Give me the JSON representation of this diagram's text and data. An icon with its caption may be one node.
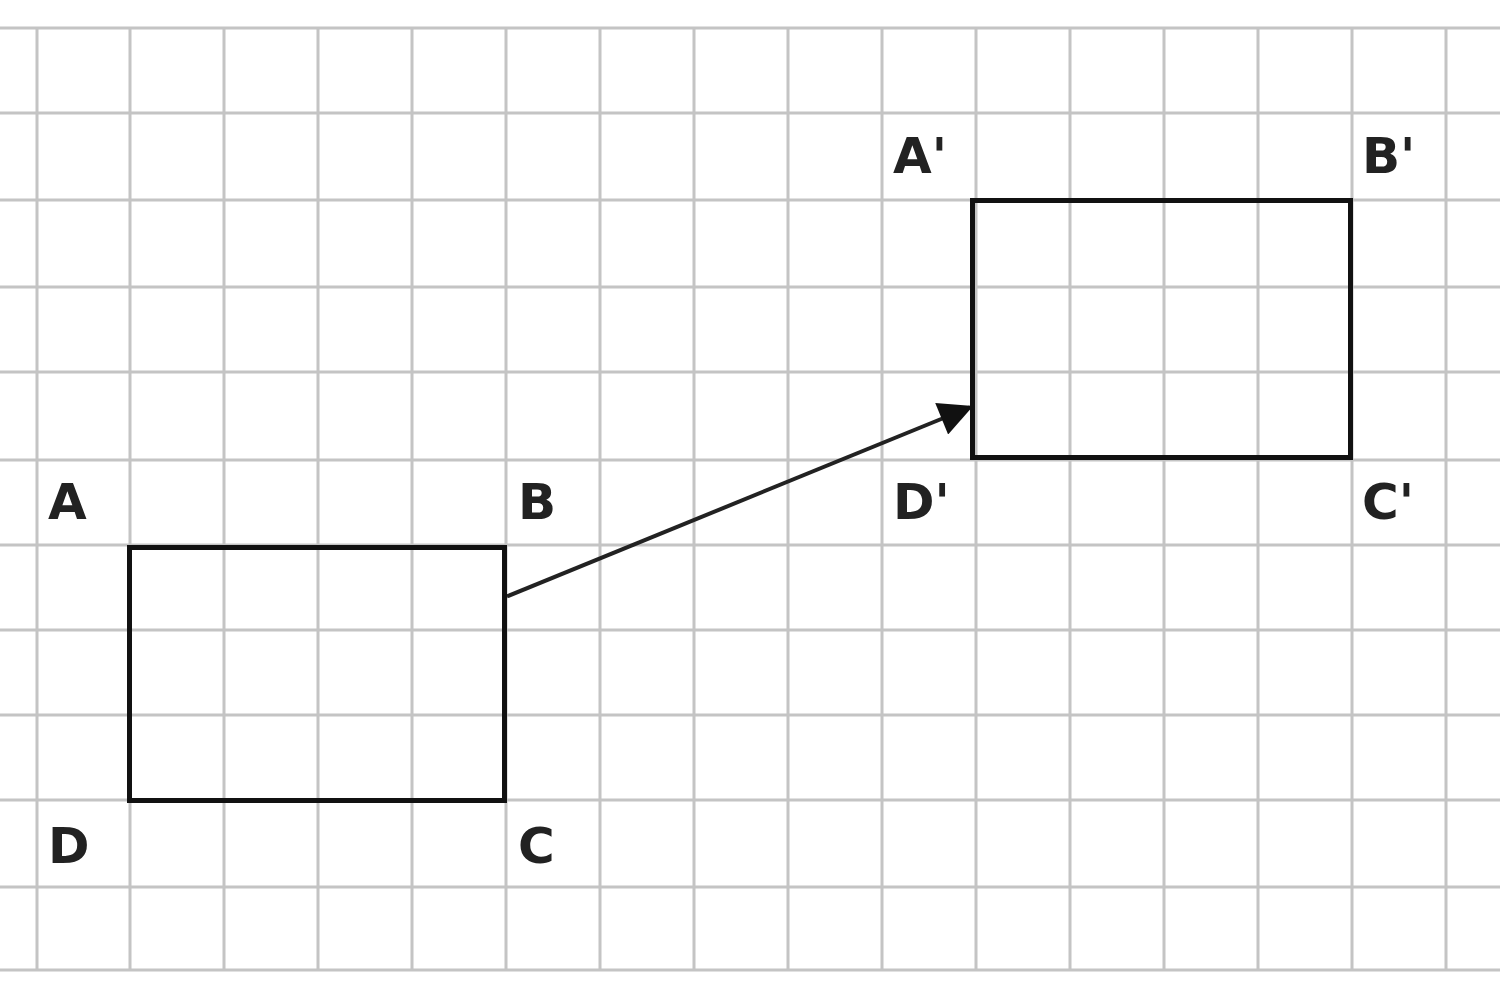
{
  "diagram": {
    "nodes": [
      {
        "text": [],
        "shape": "box"
      },
      {
        "text": [],
        "shape": "box"
      }
    ],
    "edges": [
      {
        "from": 0,
        "to": 1,
        "arrow": "to"
      }
    ],
    "labels": [
      "A'",
      "B'",
      "A",
      "B",
      "D'",
      "C'",
      "D",
      "C"
    ]
  }
}
